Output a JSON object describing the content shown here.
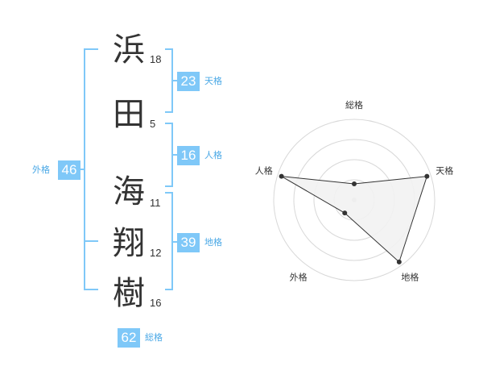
{
  "name": {
    "characters": [
      {
        "char": "浜",
        "strokes": "18"
      },
      {
        "char": "田",
        "strokes": "5"
      },
      {
        "char": "海",
        "strokes": "11"
      },
      {
        "char": "翔",
        "strokes": "12"
      },
      {
        "char": "樹",
        "strokes": "16"
      }
    ]
  },
  "scores": {
    "tenkaku": {
      "value": "23",
      "label": "天格"
    },
    "jinkaku": {
      "value": "16",
      "label": "人格"
    },
    "chikaku": {
      "value": "39",
      "label": "地格"
    },
    "gaikaku": {
      "value": "46",
      "label": "外格"
    },
    "soukaku": {
      "value": "62",
      "label": "総格"
    }
  },
  "chart_data": {
    "type": "radar",
    "axes": [
      "総格",
      "天格",
      "地格",
      "外格",
      "人格"
    ],
    "values": [
      0.2,
      0.95,
      0.95,
      0.2,
      0.95
    ],
    "max": 1.0,
    "rings": 4,
    "colors": {
      "fill": "#f2f2f2",
      "stroke": "#333333",
      "grid": "#d8d8d8",
      "point": "#333333"
    }
  },
  "colors": {
    "accent": "#7fc8f8",
    "label": "#4aa8e6"
  }
}
